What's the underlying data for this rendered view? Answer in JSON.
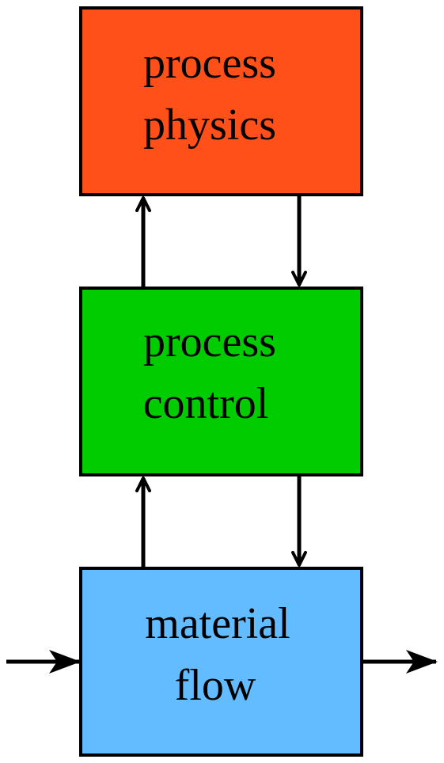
{
  "boxes": {
    "physics": {
      "line1": "process",
      "line2": "physics",
      "color": "#FF5019"
    },
    "control": {
      "line1": "process",
      "line2": "control",
      "color": "#00CC00"
    },
    "flow": {
      "line1": "material",
      "line2": "flow",
      "color": "#62BCFF"
    }
  },
  "colors": {
    "stroke": "#000000",
    "background": "#FFFFFF"
  }
}
